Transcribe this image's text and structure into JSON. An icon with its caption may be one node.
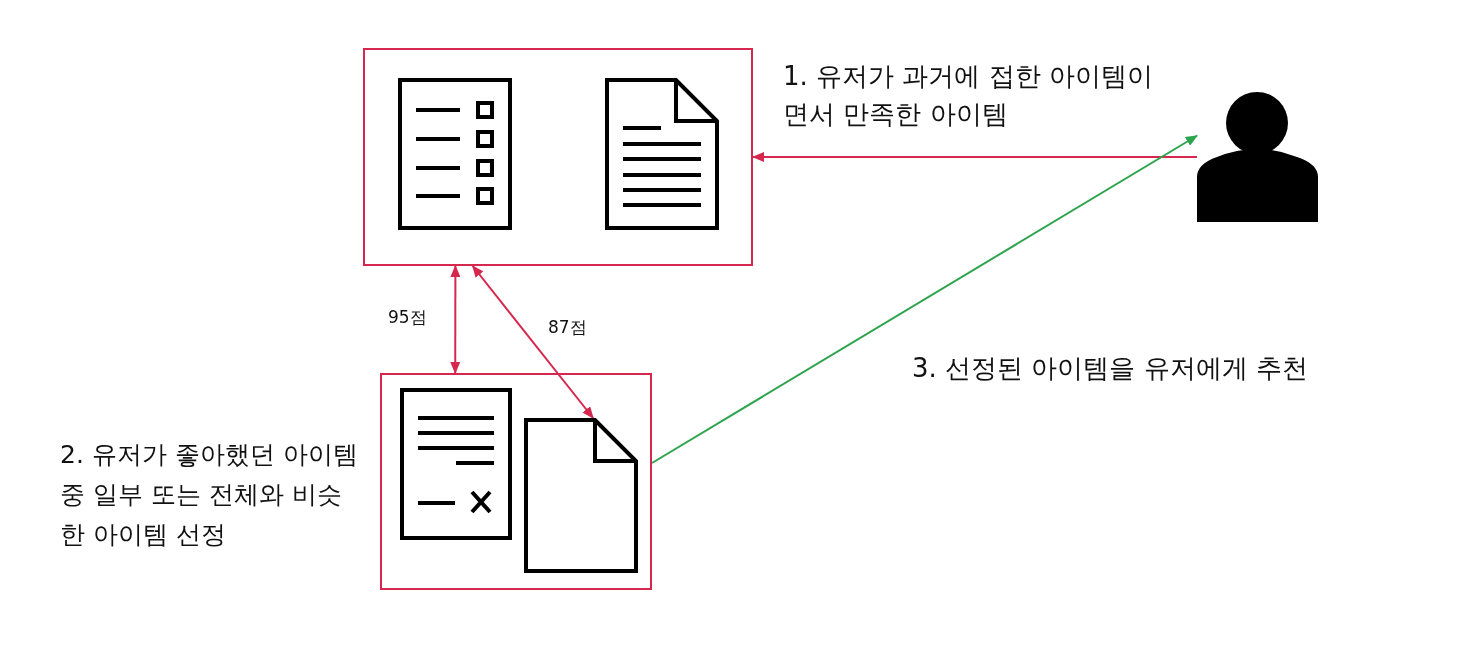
{
  "diagram": {
    "nodes": [
      {
        "text": [],
        "shape": "box"
      },
      {
        "text": [],
        "shape": "box",
        "beside": [
          "2. 유저가 좋아했던 아이템 중 일부 또는 전체와 비슷한 아이템 선정"
        ]
      },
      {
        "text": [],
        "shape": "document",
        "in": 1
      },
      {
        "text": [],
        "shape": "person"
      }
    ],
    "edges": [
      {
        "from": 3,
        "to": 0,
        "arrow": "to",
        "label": "1. 유저가 과거에 접한 아이템이면서 만족한 아이템"
      },
      {
        "from": 0,
        "to": 1,
        "arrow": "both",
        "label": "95점"
      },
      {
        "from": 0,
        "to": 2,
        "arrow": "both",
        "label": "87점"
      },
      {
        "from": 1,
        "to": 3,
        "arrow": "to",
        "color": "#2ea44f",
        "label": "3. 선정된 아이템을 유저에게 추천"
      }
    ]
  }
}
